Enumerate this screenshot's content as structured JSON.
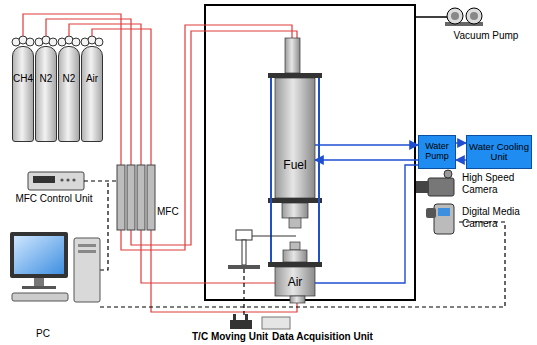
{
  "diagram": {
    "nodes": [
      {
        "text": [
          "CH4"
        ]
      },
      {
        "text": [
          "N2"
        ]
      },
      {
        "text": [
          "N2"
        ]
      },
      {
        "text": [
          "Air"
        ]
      },
      {
        "text": [
          "Fuel"
        ]
      },
      {
        "text": [
          "Air"
        ]
      },
      {
        "text": [
          "Water Pump"
        ]
      },
      {
        "text": [
          "Water Cooling Unit"
        ]
      }
    ],
    "edges": [
      {
        "from": 4,
        "to": 6,
        "arrow": "to"
      },
      {
        "from": 6,
        "to": 4,
        "arrow": "to"
      },
      {
        "from": 6,
        "to": 7,
        "arrow": "to"
      },
      {
        "from": 7,
        "to": 6,
        "arrow": "to"
      },
      {
        "from": 6,
        "to": 5,
        "arrow": "none"
      }
    ],
    "labels": [
      "Vacuum Pump",
      "High Speed Camera",
      "Digital Media Camera",
      "MFC Control Unit",
      "MFC",
      "PC",
      "T/C Moving Unit",
      "Data Acquisition Unit"
    ]
  }
}
